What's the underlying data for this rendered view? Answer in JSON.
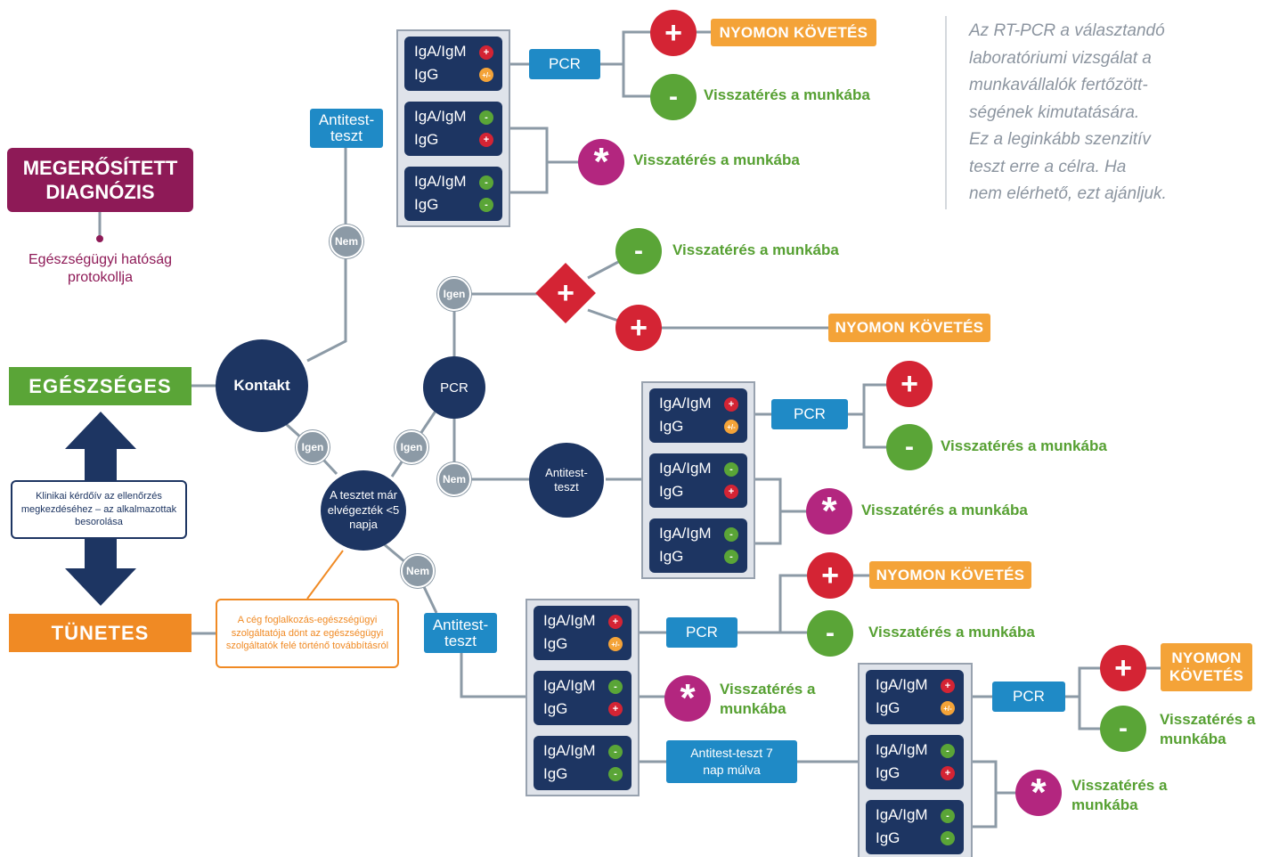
{
  "diagnosis": {
    "title": "MEGERŐSÍTETT DIAGNÓZIS",
    "protocol": "Egészségügyi hatóság protokollja"
  },
  "states": {
    "healthy": "EGÉSZSÉGES",
    "symptomatic": "TÜNETES"
  },
  "questionnaire": "Klinikai kérdőív az ellenőrzés megkezdéséhez – az alkalmazottak besorolása",
  "referral": "A cég foglalkozás-egészségügyi szolgáltatója dönt az egészségügyi szolgáltatók felé történő továbbításról",
  "nodes": {
    "contact": "Kontakt",
    "test_done": "A tesztet már elvégezték <5 napja",
    "pcr": "PCR",
    "antibody": "Antitest-teszt"
  },
  "answers": {
    "yes": "Igen",
    "no": "Nem"
  },
  "labels": {
    "pcr": "PCR",
    "antibody": "Antitest-teszt",
    "antibody_7": "Antitest-teszt 7 nap múlva",
    "follow_up": "NYOMON KÖVETÉS",
    "return_work": "Visszatérés a munkába",
    "iga_igm": "IgA/IgM",
    "igg": "IgG"
  },
  "symbols": {
    "plus": "+",
    "minus": "-",
    "star": "*",
    "amb": "+/-"
  },
  "note": [
    "Az RT-PCR a választandó",
    "laboratóriumi vizsgálat a",
    "munkavállalók fertőzött-",
    "ségének kimutatására.",
    "Ez a leginkább szenzitív",
    "teszt erre a célra. Ha",
    "nem elérhető, ezt ajánljuk."
  ],
  "colors": {
    "navy": "#1d3562",
    "blue": "#1f8ac6",
    "orange": "#f4a338",
    "green_state": "#5aa537",
    "red": "#d42434",
    "magenta": "#b3267f",
    "maroon": "#8e1a57",
    "orange_state": "#f08a24",
    "grey": "#8c9aa6"
  },
  "icons": {
    "arrow": "up-down-arrow-icon",
    "plus": "plus-icon",
    "minus": "minus-icon",
    "star": "asterisk-icon",
    "diamond": "diamond-plus-icon"
  }
}
